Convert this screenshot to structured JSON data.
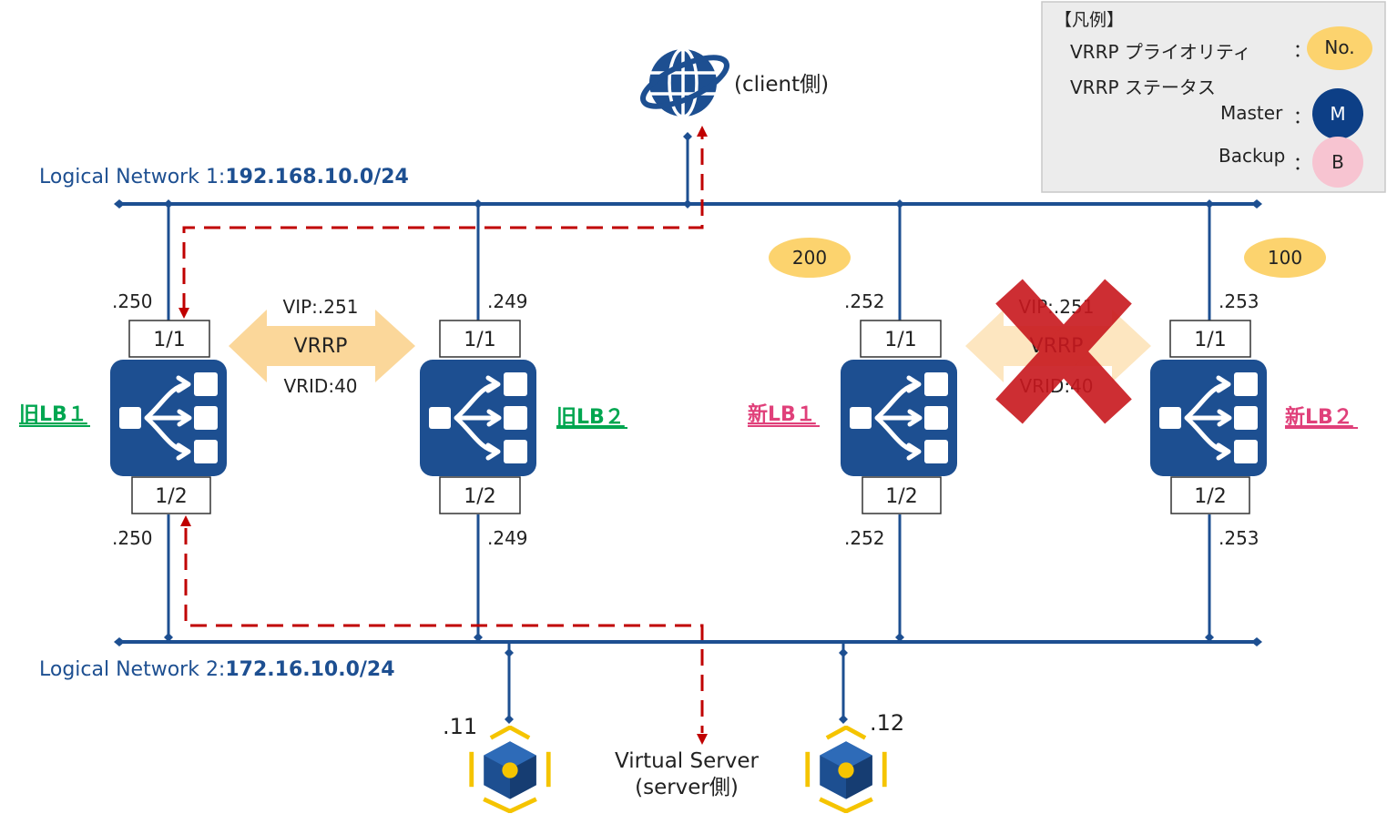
{
  "colors": {
    "network_blue": "#1d4f91",
    "dashed_red": "#c00000",
    "old_lb_green": "#00a650",
    "new_lb_pink": "#e0407a",
    "priority_orange": "#fcd36e",
    "master_blue": "#0d3f86",
    "backup_pink": "#f7c4d1",
    "vrrp_arrow": "#fbd79a",
    "cross_red": "#c8181e",
    "vm_yellow": "#f5c400"
  },
  "icons": [
    "globe-icon",
    "load-balancer-icon",
    "virtual-server-icon",
    "cross-icon"
  ],
  "legend": {
    "title": "【凡例】",
    "priority_label": "VRRP プライオリティ",
    "priority_sep": "：",
    "priority_badge": "No.",
    "status_label": "VRRP ステータス",
    "master_label": "Master",
    "master_sep": "：",
    "master_badge": "M",
    "backup_label": "Backup",
    "backup_sep": "：",
    "backup_badge": "B"
  },
  "client": {
    "label": "(client側)"
  },
  "network1": {
    "prefix": "Logical Network 1:",
    "cidr": "192.168.10.0/24"
  },
  "network2": {
    "prefix": "Logical Network 2:",
    "cidr": "172.16.10.0/24"
  },
  "old_lb1": {
    "name": "旧LB１",
    "port_top": "1/1",
    "port_bottom": "1/2",
    "ip_top": ".250",
    "ip_bottom": ".250"
  },
  "old_lb2": {
    "name": "旧LB２",
    "port_top": "1/1",
    "port_bottom": "1/2",
    "ip_top": ".249",
    "ip_bottom": ".249"
  },
  "new_lb1": {
    "name": "新LB１",
    "port_top": "1/1",
    "port_bottom": "1/2",
    "ip_top": ".252",
    "ip_bottom": ".252",
    "priority": "200"
  },
  "new_lb2": {
    "name": "新LB２",
    "port_top": "1/1",
    "port_bottom": "1/2",
    "ip_top": ".253",
    "ip_bottom": ".253",
    "priority": "100"
  },
  "vrrp_old": {
    "vip": "VIP:.251",
    "label": "VRRP",
    "vrid": "VRID:40"
  },
  "vrrp_new": {
    "vip": "VIP:.251",
    "label": "VRRP",
    "vrid": "VRID:40"
  },
  "servers": {
    "ip1": ".11",
    "ip2": ".12",
    "label_line1": "Virtual Server",
    "label_line2": "(server側)"
  }
}
